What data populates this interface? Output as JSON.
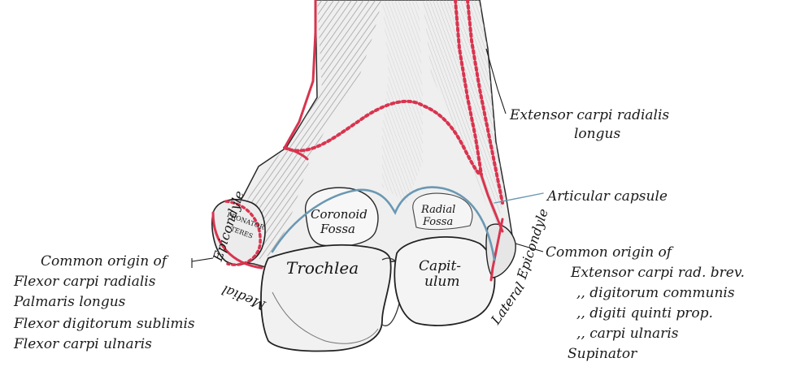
{
  "labels": {
    "extensor_longus_1": "Extensor carpi radialis",
    "extensor_longus_2": "longus",
    "articular_capsule": "Articular capsule",
    "lateral_common_1": "Common origin of",
    "lateral_common_2": "Extensor carpi rad. brev.",
    "lateral_common_3": ",,  digitorum communis",
    "lateral_common_4": ",,  digiti quinti prop.",
    "lateral_common_5": ",,  carpi ulnaris",
    "supinator": "Supinator",
    "medial_common_1": "Common origin of",
    "medial_common_2": "Flexor carpi radialis",
    "medial_common_3": "Palmaris longus",
    "medial_common_4": "Flexor digitorum sublimis",
    "medial_common_5": "Flexor carpi ulnaris",
    "medial_epicondyle_1": "Epicondyle",
    "medial_epicondyle_2": "Medial",
    "lateral_epicondyle_1": "Lateral",
    "lateral_epicondyle_2": "Epicondyle",
    "pronator_1": "PRONATOR",
    "pronator_2": "TERES",
    "coronoid_1": "Coronoid",
    "coronoid_2": "Fossa",
    "radial_1": "Radial",
    "radial_2": "Fossa",
    "trochlea": "Trochlea",
    "capitulum_1": "Capit-",
    "capitulum_2": "ulum"
  },
  "colors": {
    "muscle_origin_line": "#d9344f",
    "capsule_line": "#6a98b3",
    "ink": "#1a1a1a"
  }
}
